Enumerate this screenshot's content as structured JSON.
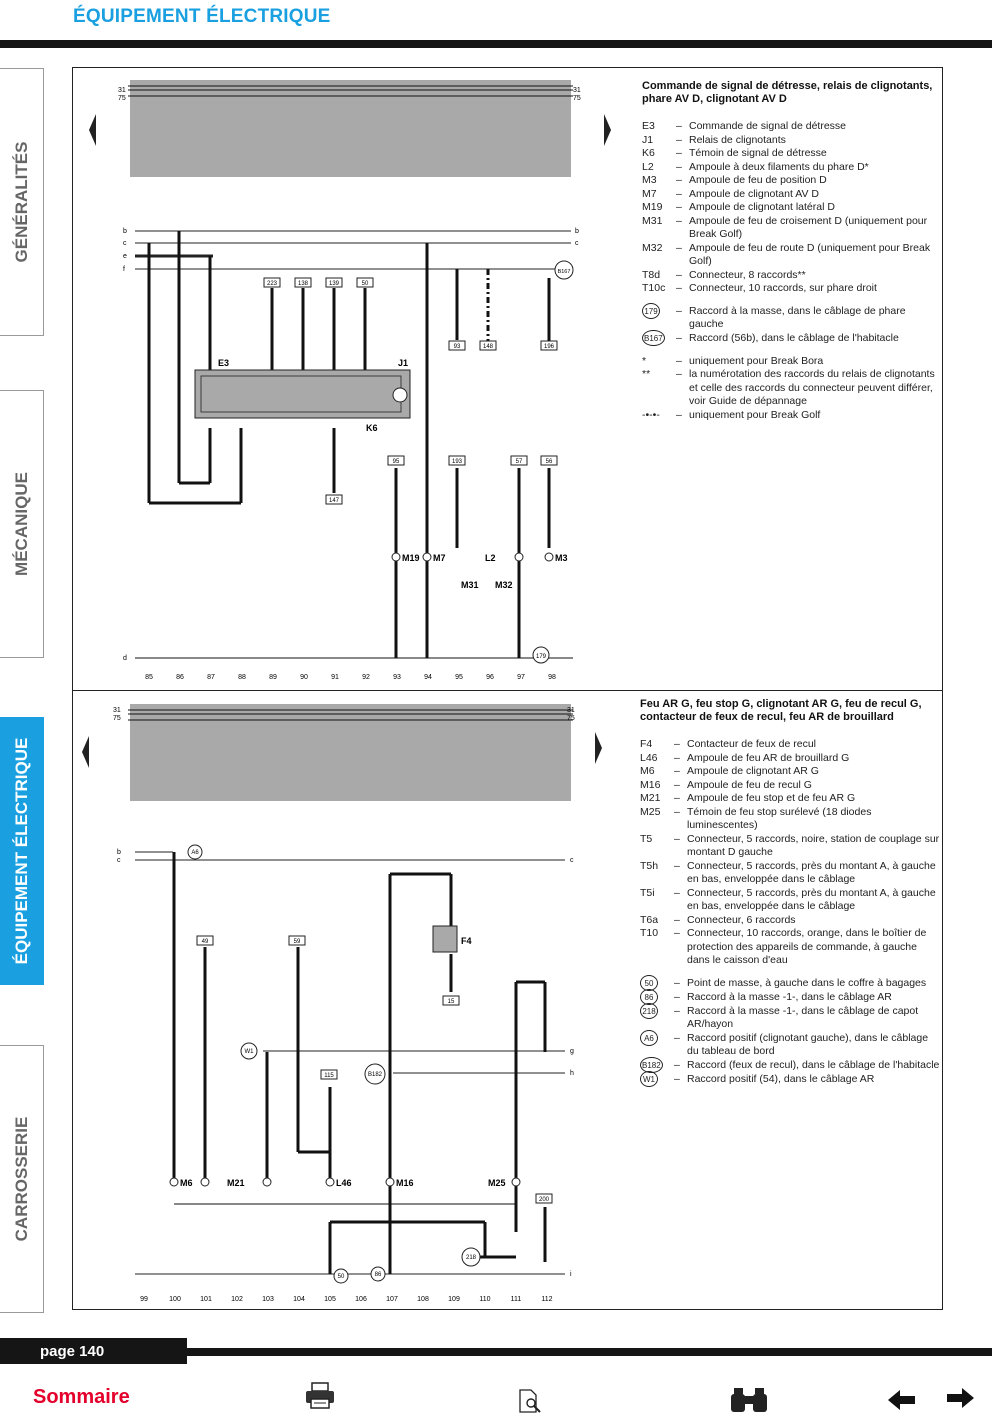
{
  "header": {
    "title": "ÉQUIPEMENT ÉLECTRIQUE"
  },
  "sidebar": {
    "tabs": [
      {
        "label": "GÉNÉRALITÉS",
        "active": false
      },
      {
        "label": "MÉCANIQUE",
        "active": false
      },
      {
        "label": "ÉQUIPEMENT ÉLECTRIQUE",
        "active": true
      },
      {
        "label": "CARROSSERIE",
        "active": false
      }
    ]
  },
  "diagram1": {
    "title": "Commande de signal de détresse, relais de clignotants, phare AV D, clignotant AV D",
    "legend": [
      {
        "code": "E3",
        "text": "Commande de signal de détresse"
      },
      {
        "code": "J1",
        "text": "Relais de clignotants"
      },
      {
        "code": "K6",
        "text": "Témoin de signal de détresse"
      },
      {
        "code": "L2",
        "text": "Ampoule à deux filaments du phare D*"
      },
      {
        "code": "M3",
        "text": "Ampoule de feu de position D"
      },
      {
        "code": "M7",
        "text": "Ampoule de clignotant AV D"
      },
      {
        "code": "M19",
        "text": "Ampoule de clignotant latéral D"
      },
      {
        "code": "M31",
        "text": "Ampoule de feu de croisement D (uniquement pour Break Golf)"
      },
      {
        "code": "M32",
        "text": "Ampoule de feu de route D (uniquement pour Break Golf)"
      },
      {
        "code": "T8d",
        "text": "Connecteur, 8 raccords**"
      },
      {
        "code": "T10c",
        "text": "Connecteur, 10 raccords, sur phare droit"
      }
    ],
    "circles": [
      {
        "code": "179",
        "text": "Raccord à la masse, dans le câblage de phare gauche"
      },
      {
        "code": "B167",
        "text": "Raccord (56b), dans le câblage de l'habitacle"
      }
    ],
    "notes": [
      {
        "code": "*",
        "text": "uniquement pour Break Bora"
      },
      {
        "code": "**",
        "text": "la numérotation des raccords du relais de clignotants et celle des raccords du connecteur peuvent différer, voir Guide de dépannage"
      },
      {
        "code": "-•-•-",
        "text": "uniquement pour Break Golf"
      }
    ],
    "bus_left": "31\n75",
    "rails": [
      "b",
      "c",
      "e",
      "f"
    ],
    "ground_rail": "d",
    "tracks": [
      "85",
      "86",
      "87",
      "88",
      "89",
      "90",
      "91",
      "92",
      "93",
      "94",
      "95",
      "96",
      "97",
      "98"
    ],
    "components": {
      "E3": "E3",
      "J1": "J1",
      "K6": "K6",
      "L2": "L2",
      "M19": "M19",
      "M7": "M7",
      "M3": "M3",
      "M31": "M31",
      "M32": "M32"
    }
  },
  "diagram2": {
    "title": "Feu AR G, feu stop G, clignotant AR G, feu de recul G, contacteur de feux de recul, feu AR de brouillard",
    "legend": [
      {
        "code": "F4",
        "text": "Contacteur de feux de recul"
      },
      {
        "code": "L46",
        "text": "Ampoule de feu AR de brouillard G"
      },
      {
        "code": "M6",
        "text": "Ampoule de clignotant AR G"
      },
      {
        "code": "M16",
        "text": "Ampoule de feu de recul G"
      },
      {
        "code": "M21",
        "text": "Ampoule de feu stop et de feu AR G"
      },
      {
        "code": "M25",
        "text": "Témoin de feu stop surélevé (18 diodes luminescentes)"
      },
      {
        "code": "T5",
        "text": "Connecteur, 5 raccords, noire, station de couplage sur montant D gauche"
      },
      {
        "code": "T5h",
        "text": "Connecteur, 5 raccords, près du montant A, à gauche en bas, enveloppée dans le câblage"
      },
      {
        "code": "T5i",
        "text": "Connecteur, 5 raccords, près du montant A, à gauche en bas, enveloppée dans le câblage"
      },
      {
        "code": "T6a",
        "text": "Connecteur, 6 raccords"
      },
      {
        "code": "T10",
        "text": "Connecteur, 10 raccords, orange, dans le boîtier de protection des appareils de commande, à gauche dans le caisson d'eau"
      }
    ],
    "circles": [
      {
        "code": "50",
        "text": "Point de masse, à gauche dans le coffre à bagages"
      },
      {
        "code": "86",
        "text": "Raccord à la masse -1-, dans le câblage AR"
      },
      {
        "code": "218",
        "text": "Raccord à la masse -1-, dans le câblage de capot AR/hayon"
      },
      {
        "code": "A6",
        "text": "Raccord positif (clignotant gauche), dans le câblage du tableau de bord"
      },
      {
        "code": "B182",
        "text": "Raccord (feux de recul), dans le câblage de l'habitacle"
      },
      {
        "code": "W1",
        "text": "Raccord positif (54), dans le câblage AR"
      }
    ],
    "bus_left": "31\n75",
    "rails": [
      "b",
      "c",
      "g",
      "h",
      "i"
    ],
    "tracks": [
      "99",
      "100",
      "101",
      "102",
      "103",
      "104",
      "105",
      "106",
      "107",
      "108",
      "109",
      "110",
      "111",
      "112"
    ],
    "components": {
      "M6": "M6",
      "M21": "M21",
      "L46": "L46",
      "M16": "M16",
      "M25": "M25",
      "F4": "F4"
    }
  },
  "footer": {
    "page_label": "page 140",
    "sommaire": "Sommaire",
    "icons": [
      "printer-icon",
      "zoom-page-icon",
      "binoculars-icon",
      "arrow-left-icon",
      "arrow-right-icon"
    ]
  },
  "colors": {
    "accent": "#1aa0e0",
    "bar": "#151515",
    "sommaire": "#e4002b"
  }
}
